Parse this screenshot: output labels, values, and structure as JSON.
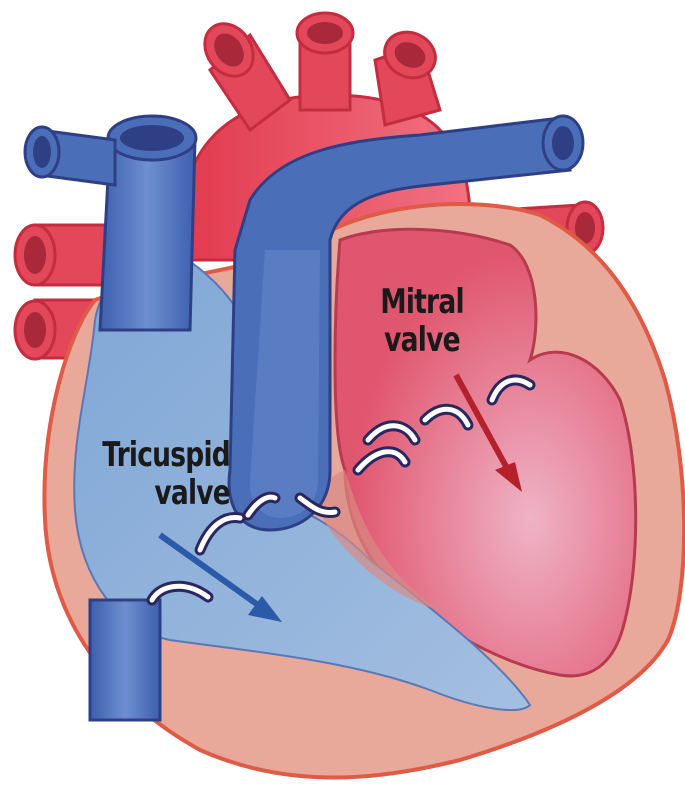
{
  "labels": {
    "mitral": {
      "line1": "Mitral",
      "line2": "valve"
    },
    "tricuspid": {
      "line1": "Tricuspid",
      "line2": "valve"
    }
  },
  "colors": {
    "artery_red": "#e2475a",
    "artery_inner": "#b8303f",
    "vein_blue": "#4a6fb8",
    "vein_dark": "#2f3f86",
    "right_chamber": "#8fb0d8",
    "left_chamber": "#e8889a",
    "heart_wall": "#e8a89a",
    "wall_outline": "#e05a46",
    "valve_white": "#ffffff",
    "valve_outline": "#2a2660",
    "arrow_red": "#b5212b",
    "arrow_blue": "#2a5aa8"
  }
}
